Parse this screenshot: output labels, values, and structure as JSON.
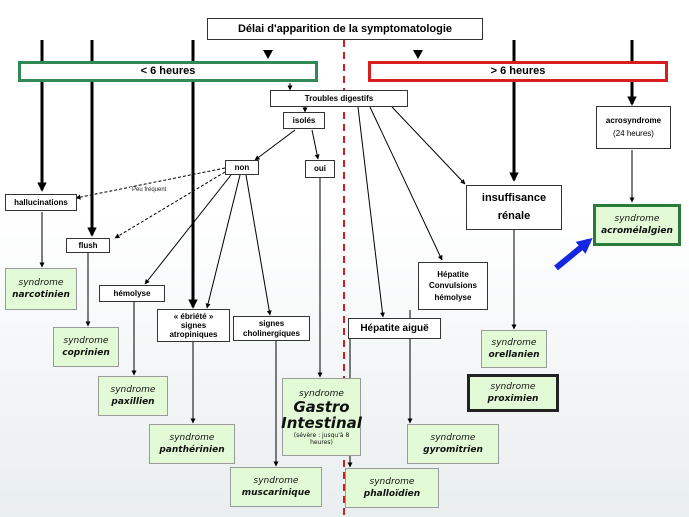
{
  "header": {
    "title": "Délai d'apparition de la symptomatologie"
  },
  "branches": {
    "left": "< 6 heures",
    "right": "> 6 heures"
  },
  "nodes": {
    "troubles": "Troubles digestifs",
    "isoles": "isolés",
    "non": "non",
    "oui": "oui",
    "hallucinations": "hallucinations",
    "flush": "flush",
    "hemolyse": "hémolyse",
    "ebriete": "« ébriété » signes atropiniques",
    "cholinergiques": "signes cholinergiques",
    "hepatite_aigue": "Hépatite aiguë",
    "hepatite_convulsions": [
      "Hépatite",
      "Convulsions",
      "hémolyse"
    ],
    "insuffisance": "insuffisance rénale",
    "acrosyndrome": "acrosyndrome",
    "acro_delay": "(24 heures)"
  },
  "annotations": {
    "peu_frequent": "Peu fréquent"
  },
  "syndrome_keyword": "syndrome",
  "syndromes": {
    "narcotinien": "narcotinien",
    "coprinien": "coprinien",
    "paxillien": "paxillien",
    "pantherinien": "panthérinien",
    "muscarinique": "muscarinique",
    "gastro": {
      "big": "Gastro Intestinal",
      "note": "(sévère : jusqu'à 8 heures)"
    },
    "phalloidien": "phalloïdien",
    "gyromitrien": "gyromitrien",
    "orellanien": "orellanien",
    "proximien": "proximien",
    "acromelalgien": "acromélalgien"
  },
  "colors": {
    "left_branch_border": "#2f8a55",
    "right_branch_border": "#d81e1e",
    "syndrome_fill": "#e2fbd6",
    "divider": "#d21d1d",
    "highlight_arrow": "#1426e0"
  }
}
